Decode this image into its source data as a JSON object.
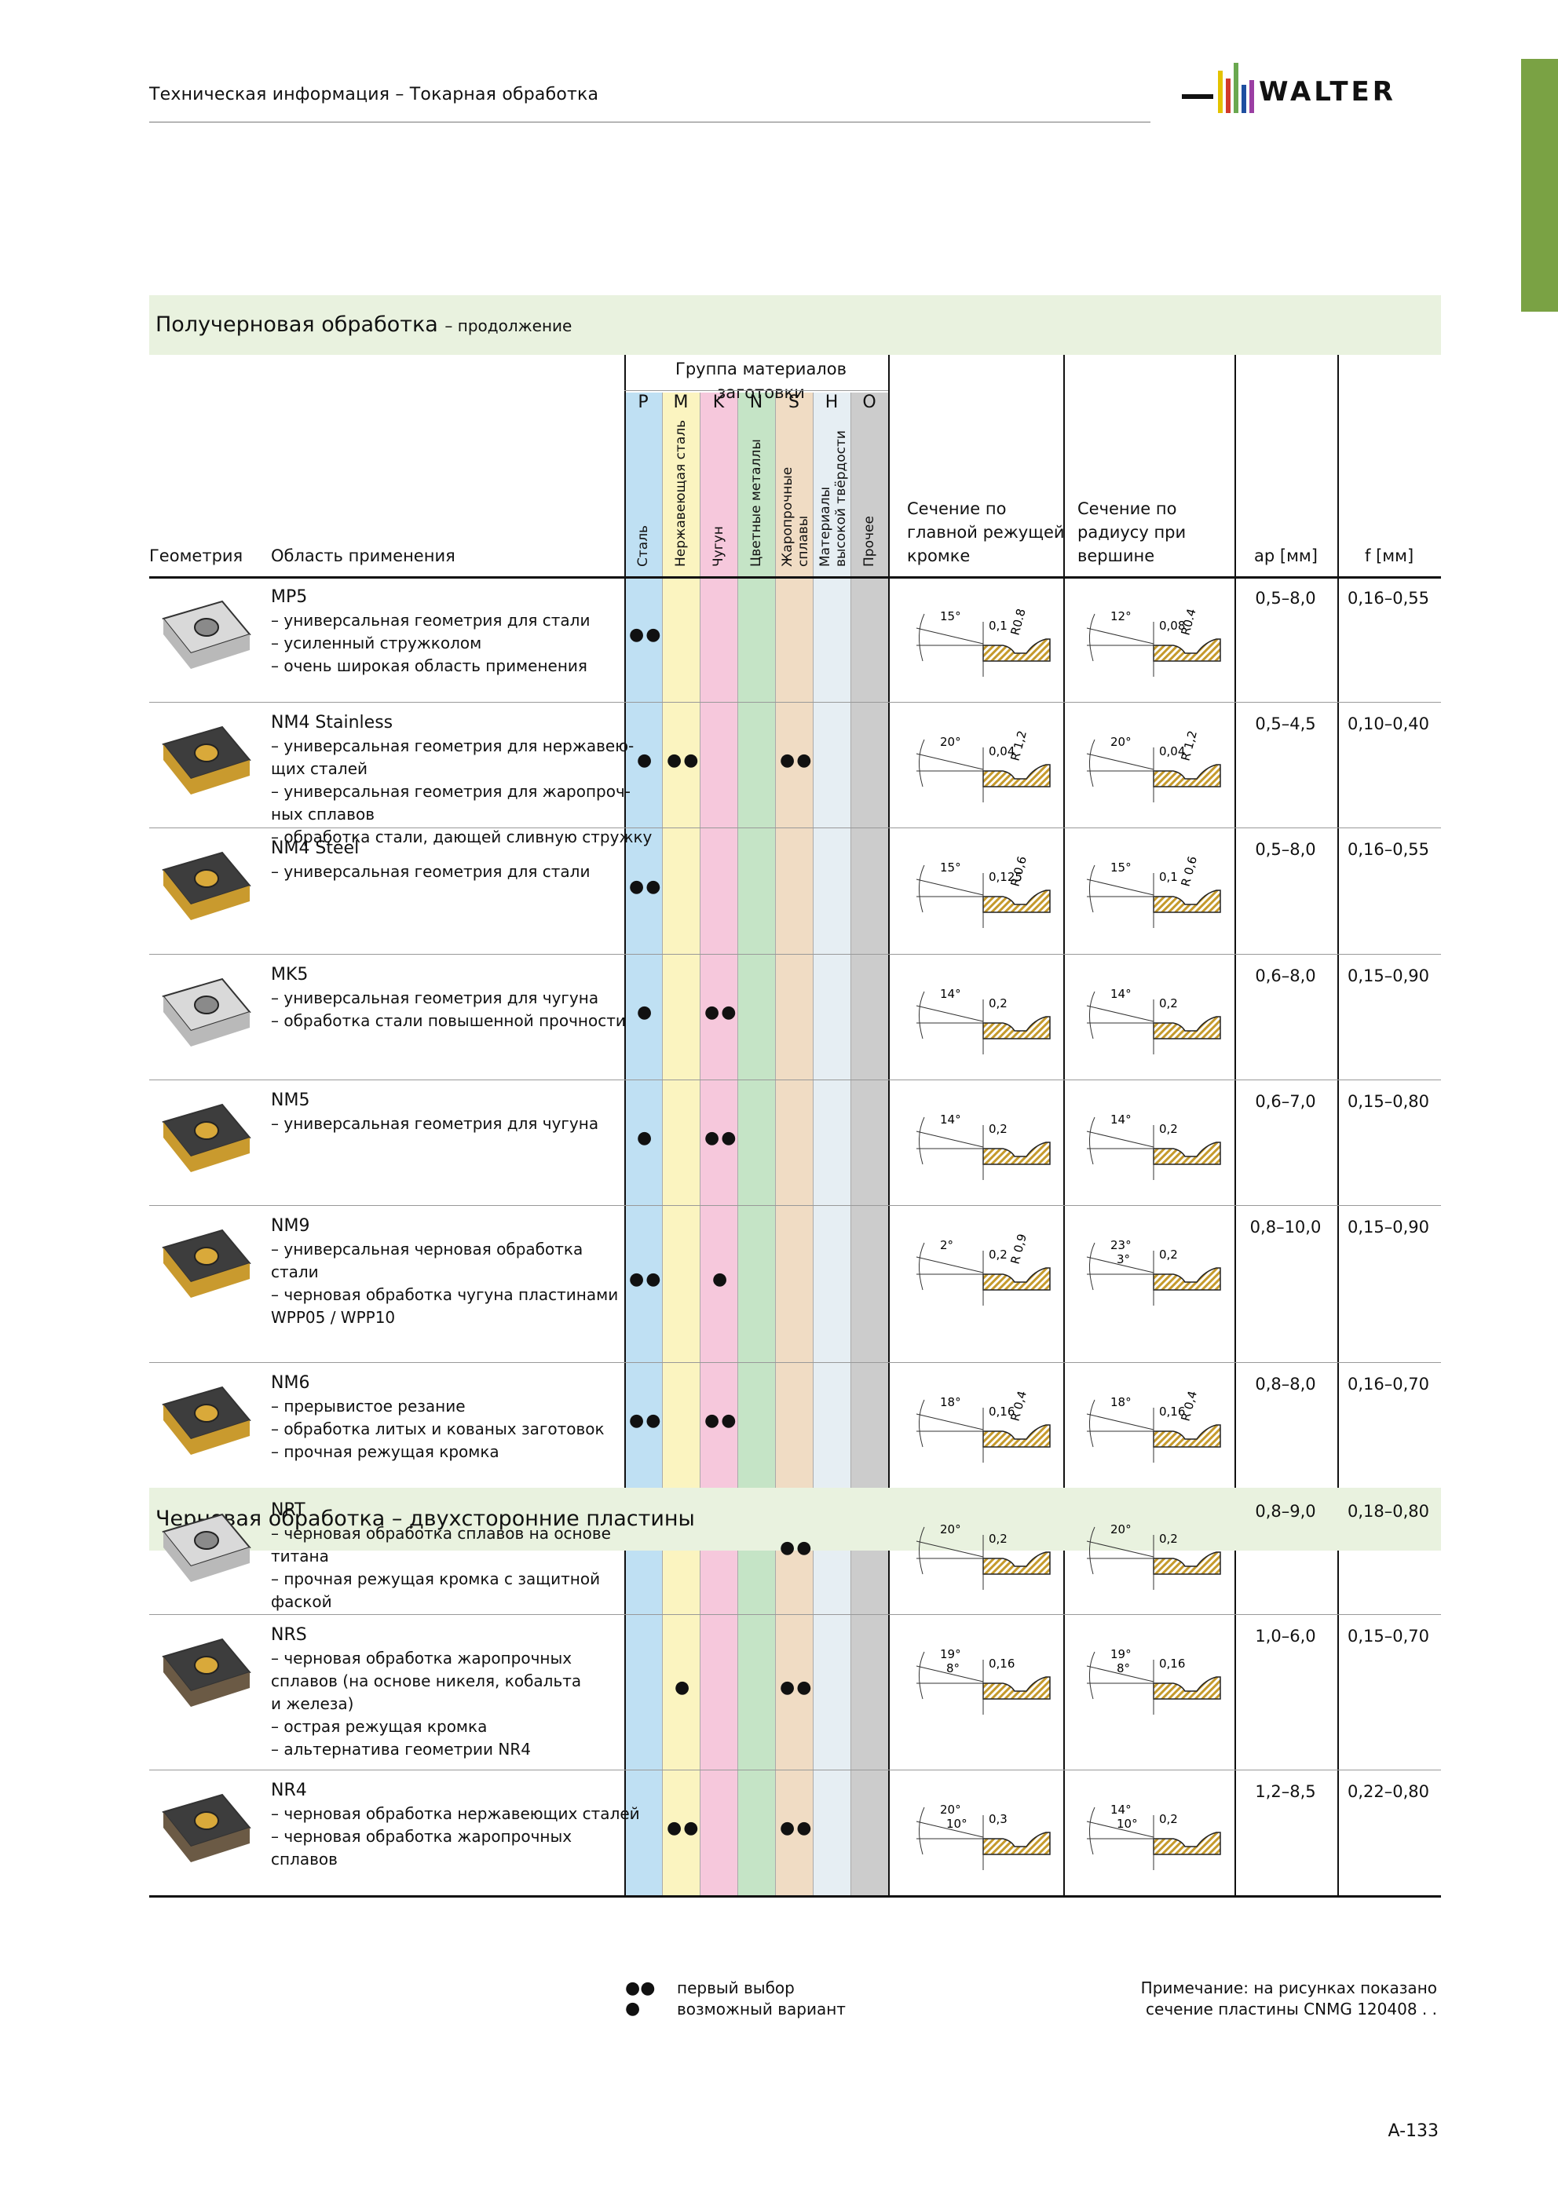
{
  "header": {
    "title": "Техническая информация – Токарная обработка",
    "logo_text": "WALTER"
  },
  "sections": [
    {
      "title": "Получерновая обработка",
      "subtitle": "– продолжение"
    },
    {
      "title": "Черновая обработка – двухсторонние пластины",
      "subtitle": ""
    }
  ],
  "table_header": {
    "geometry": "Геометрия",
    "application": "Область применения",
    "group_title": "Группа материалов заготовки",
    "groups": [
      {
        "letter": "P",
        "name": "Сталь",
        "color": "#bfe0f3"
      },
      {
        "letter": "M",
        "name": "Нержавеющая сталь",
        "color": "#fbf4c0"
      },
      {
        "letter": "K",
        "name": "Чугун",
        "color": "#f6c8dc"
      },
      {
        "letter": "N",
        "name": "Цветные металлы",
        "color": "#c5e4c6"
      },
      {
        "letter": "S",
        "name": "Жаропрочные сплавы",
        "color": "#f0dcc4"
      },
      {
        "letter": "H",
        "name": "Материалы высокой твёрдости",
        "color": "#e6eef3"
      },
      {
        "letter": "O",
        "name": "Прочее",
        "color": "#cccccc"
      }
    ],
    "main_edge_1": "Сечение по",
    "main_edge_2": "главной режущей",
    "main_edge_3": "кромке",
    "radius_1": "Сечение по",
    "radius_2": "радиусу при",
    "radius_3": "вершине",
    "ap": "ap [мм]",
    "f": "f [мм]"
  },
  "rows": [
    {
      "name": "MP5",
      "lines": [
        "– универсальная геометрия для стали",
        "– усиленный стружколом",
        "– очень широкая область применения"
      ],
      "marks": {
        "P": "●●",
        "M": "",
        "K": "",
        "N": "",
        "S": "",
        "H": "",
        "O": ""
      },
      "ap": "0,5–8,0",
      "f": "0,16–0,55",
      "main": {
        "angle": "15°",
        "dim": "0,1",
        "r": "R0.8"
      },
      "radius": {
        "angle": "12°",
        "dim": "0,08",
        "r": "R0.4"
      },
      "insert": "silver"
    },
    {
      "name": "NM4 Stainless",
      "lines": [
        "– универсальная геометрия для нержавею-",
        "  щих сталей",
        "– универсальная геометрия для жаропроч-",
        "  ных сплавов",
        "– обработка стали, дающей сливную стружку"
      ],
      "marks": {
        "P": "●",
        "M": "●●",
        "K": "",
        "N": "",
        "S": "●●",
        "H": "",
        "O": ""
      },
      "ap": "0,5–4,5",
      "f": "0,10–0,40",
      "main": {
        "angle": "20°",
        "dim": "0,04",
        "r": "R 1,2"
      },
      "radius": {
        "angle": "20°",
        "dim": "0,04",
        "r": "R 1,2"
      },
      "insert": "gold"
    },
    {
      "name": "NM4 Steel",
      "lines": [
        "– универсальная геометрия для стали"
      ],
      "marks": {
        "P": "●●",
        "M": "",
        "K": "",
        "N": "",
        "S": "",
        "H": "",
        "O": ""
      },
      "ap": "0,5–8,0",
      "f": "0,16–0,55",
      "main": {
        "angle": "15°",
        "dim": "0,125",
        "r": "R 0,6"
      },
      "radius": {
        "angle": "15°",
        "dim": "0,1",
        "r": "R 0,6"
      },
      "insert": "gold"
    },
    {
      "name": "MK5",
      "lines": [
        "– универсальная геометрия для чугуна",
        "– обработка стали повышенной прочности"
      ],
      "marks": {
        "P": "●",
        "M": "",
        "K": "●●",
        "N": "",
        "S": "",
        "H": "",
        "O": ""
      },
      "ap": "0,6–8,0",
      "f": "0,15–0,90",
      "main": {
        "angle": "14°",
        "dim": "0,2",
        "r": ""
      },
      "radius": {
        "angle": "14°",
        "dim": "0,2",
        "r": ""
      },
      "insert": "silver"
    },
    {
      "name": "NM5",
      "lines": [
        "– универсальная геометрия для чугуна"
      ],
      "marks": {
        "P": "●",
        "M": "",
        "K": "●●",
        "N": "",
        "S": "",
        "H": "",
        "O": ""
      },
      "ap": "0,6–7,0",
      "f": "0,15–0,80",
      "main": {
        "angle": "14°",
        "dim": "0,2",
        "r": ""
      },
      "radius": {
        "angle": "14°",
        "dim": "0,2",
        "r": ""
      },
      "insert": "gold"
    },
    {
      "name": "NM9",
      "lines": [
        "– универсальная черновая обработка",
        "  стали",
        "– черновая обработка чугуна пластинами",
        "  WPP05 / WPP10"
      ],
      "marks": {
        "P": "●●",
        "M": "",
        "K": "●",
        "N": "",
        "S": "",
        "H": "",
        "O": ""
      },
      "ap": "0,8–10,0",
      "f": "0,15–0,90",
      "main": {
        "angle": "2°",
        "dim": "0,2",
        "r": "R 0,9"
      },
      "radius": {
        "angle": "23°",
        "angle2": "3°",
        "dim": "0,2",
        "r": ""
      },
      "insert": "gold"
    },
    {
      "name": "NM6",
      "lines": [
        "– прерывистое резание",
        "– обработка литых и кованых заготовок",
        "– прочная режущая кромка"
      ],
      "marks": {
        "P": "●●",
        "M": "",
        "K": "●●",
        "N": "",
        "S": "",
        "H": "",
        "O": ""
      },
      "ap": "0,8–8,0",
      "f": "0,16–0,70",
      "main": {
        "angle": "18°",
        "dim": "0,16",
        "r": "R 0,4"
      },
      "radius": {
        "angle": "18°",
        "dim": "0,16",
        "r": "R 0,4"
      },
      "insert": "gold"
    },
    {
      "name": "NRT",
      "lines": [
        "– черновая обработка сплавов на основе",
        "  титана",
        "– прочная режущая кромка с защитной",
        "  фаской"
      ],
      "marks": {
        "P": "",
        "M": "",
        "K": "",
        "N": "",
        "S": "●●",
        "H": "",
        "O": ""
      },
      "ap": "0,8–9,0",
      "f": "0,18–0,80",
      "main": {
        "angle": "20°",
        "dim": "0,2",
        "r": ""
      },
      "radius": {
        "angle": "20°",
        "dim": "0,2",
        "r": ""
      },
      "insert": "silver"
    },
    {
      "name": "NRS",
      "lines": [
        "– черновая обработка жаропрочных",
        "  сплавов (на основе никеля, кобальта",
        "  и железа)",
        "– острая режущая кромка",
        "– альтернатива геометрии NR4"
      ],
      "marks": {
        "P": "",
        "M": "●",
        "K": "",
        "N": "",
        "S": "●●",
        "H": "",
        "O": ""
      },
      "ap": "1,0–6,0",
      "f": "0,15–0,70",
      "main": {
        "angle": "19°",
        "angle2": "8°",
        "dim": "0,16",
        "r": ""
      },
      "radius": {
        "angle": "19°",
        "angle2": "8°",
        "dim": "0,16",
        "r": ""
      },
      "insert": "dark"
    },
    {
      "name": "NR4",
      "lines": [
        "– черновая обработка нержавеющих сталей",
        "– черновая обработка жаропрочных",
        "  сплавов"
      ],
      "marks": {
        "P": "",
        "M": "●●",
        "K": "",
        "N": "",
        "S": "●●",
        "H": "",
        "O": ""
      },
      "ap": "1,2–8,5",
      "f": "0,22–0,80",
      "main": {
        "angle": "20°",
        "angle2": "10°",
        "dim": "0,3",
        "r": ""
      },
      "radius": {
        "angle": "14°",
        "angle2": "10°",
        "dim": "0,2",
        "r": ""
      },
      "insert": "dark"
    }
  ],
  "legend": {
    "double_dot": "●●",
    "single_dot": "●",
    "first_choice": "первый выбор",
    "possible": "возможный вариант"
  },
  "note": {
    "line1": "Примечание: на рисунках показано",
    "line2": "сечение пластины CNMG 120408 . ."
  },
  "page_number": "A-133"
}
